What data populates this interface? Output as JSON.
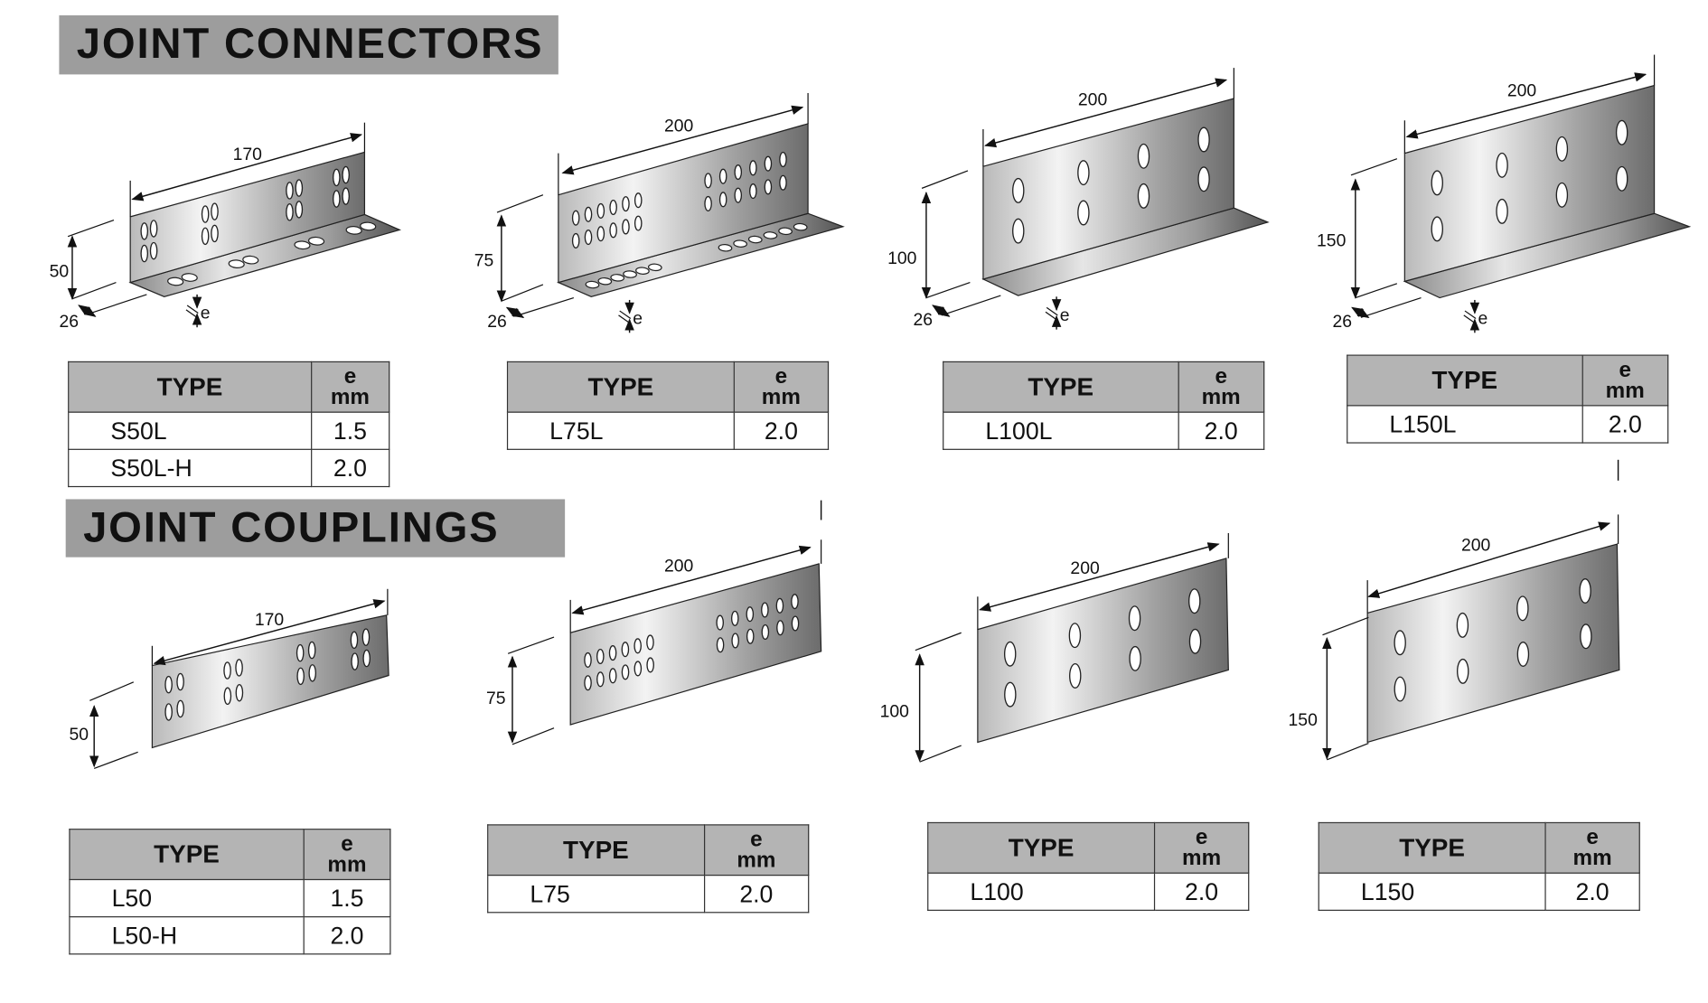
{
  "sections": [
    {
      "heading": "JOINT CONNECTORS",
      "items": [
        {
          "dims": {
            "length": "170",
            "height": "50",
            "flange": "26",
            "thickness": "e"
          },
          "table": {
            "rows": [
              {
                "type": "S50L",
                "e": "1.5"
              },
              {
                "type": "S50L-H",
                "e": "2.0"
              }
            ]
          }
        },
        {
          "dims": {
            "length": "200",
            "height": "75",
            "flange": "26",
            "thickness": "e"
          },
          "table": {
            "rows": [
              {
                "type": "L75L",
                "e": "2.0"
              }
            ]
          }
        },
        {
          "dims": {
            "length": "200",
            "height": "100",
            "flange": "26",
            "thickness": "e"
          },
          "table": {
            "rows": [
              {
                "type": "L100L",
                "e": "2.0"
              }
            ]
          }
        },
        {
          "dims": {
            "length": "200",
            "height": "150",
            "flange": "26",
            "thickness": "e"
          },
          "table": {
            "rows": [
              {
                "type": "L150L",
                "e": "2.0"
              }
            ]
          }
        }
      ]
    },
    {
      "heading": "JOINT COUPLINGS",
      "items": [
        {
          "dims": {
            "length": "170",
            "height": "50"
          },
          "table": {
            "rows": [
              {
                "type": "L50",
                "e": "1.5"
              },
              {
                "type": "L50-H",
                "e": "2.0"
              }
            ]
          }
        },
        {
          "dims": {
            "length": "200",
            "height": "75"
          },
          "table": {
            "rows": [
              {
                "type": "L75",
                "e": "2.0"
              }
            ]
          }
        },
        {
          "dims": {
            "length": "200",
            "height": "100"
          },
          "table": {
            "rows": [
              {
                "type": "L100",
                "e": "2.0"
              }
            ]
          }
        },
        {
          "dims": {
            "length": "200",
            "height": "150"
          },
          "table": {
            "rows": [
              {
                "type": "L150",
                "e": "2.0"
              }
            ]
          }
        }
      ]
    }
  ],
  "table_header": {
    "type_label": "TYPE",
    "e_label": "e",
    "unit_label": "mm"
  }
}
